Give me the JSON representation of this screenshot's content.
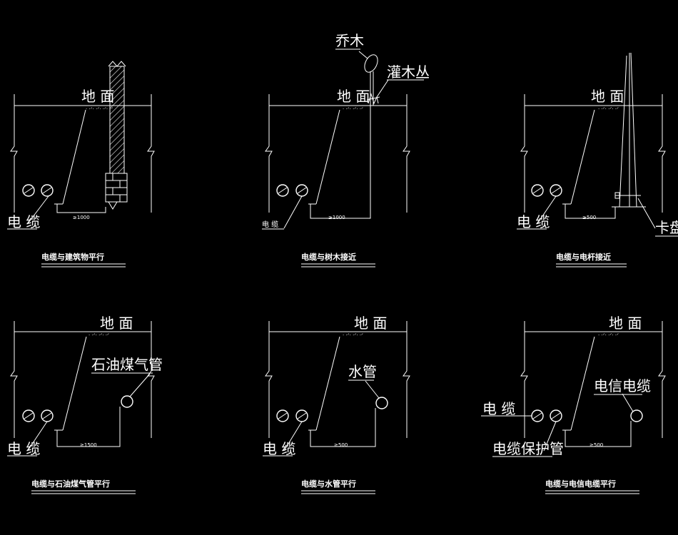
{
  "labels": {
    "ground": "地 面",
    "cable": "电 缆",
    "cable_small": "电 缆",
    "tree": "乔木",
    "shrub": "灌木丛",
    "chuck": "卡盘",
    "oil_gas_pipe": "石油煤气管",
    "water_pipe": "水管",
    "telecom_cable": "电信电缆",
    "cable_protect_pipe": "电缆保护管"
  },
  "dimensions": {
    "d1": "≥1000",
    "d2": "≥1000",
    "d3": "≥500",
    "d4": "≥1500",
    "d5": "≥500",
    "d6": "≥500"
  },
  "captions": {
    "c1": "电缆与建筑物平行",
    "c2": "电缆与树木接近",
    "c3": "电缆与电杆接近",
    "c4": "电缆与石油煤气管平行",
    "c5": "电缆与水管平行",
    "c6": "电缆与电信电缆平行"
  }
}
